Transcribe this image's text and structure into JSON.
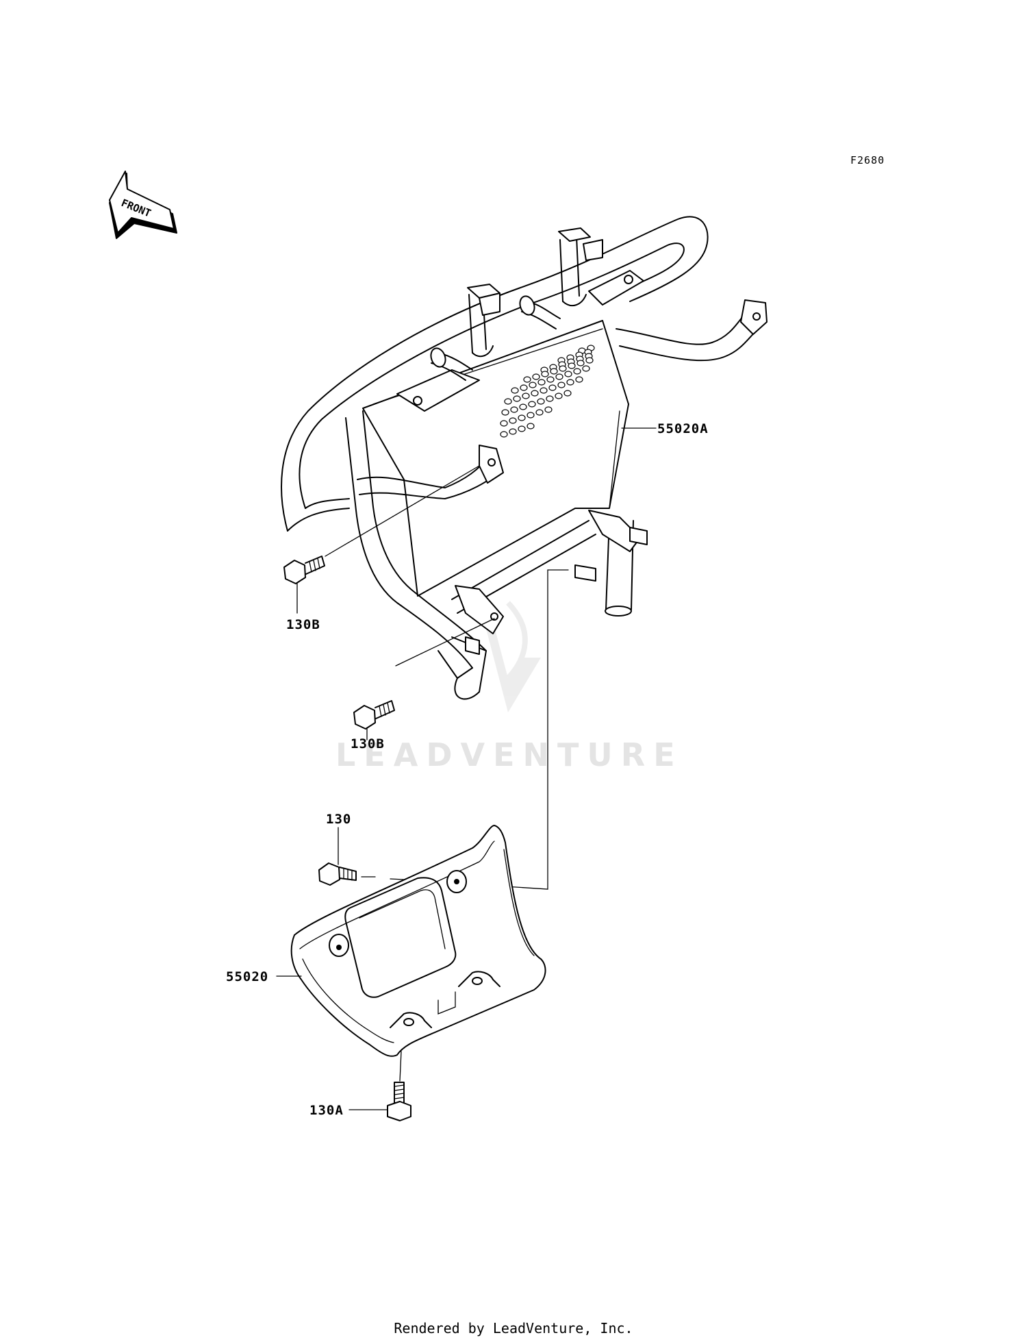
{
  "diagram_code": "F2680",
  "front_arrow_label": "FRONT",
  "watermark": "LEADVENTURE",
  "footer": "Rendered by LeadVenture, Inc.",
  "callouts": {
    "guard": "55020A",
    "bolt_upper": "130B",
    "bolt_lower": "130B",
    "bolt_plate": "130",
    "skid_plate": "55020",
    "bolt_bottom": "130A"
  }
}
